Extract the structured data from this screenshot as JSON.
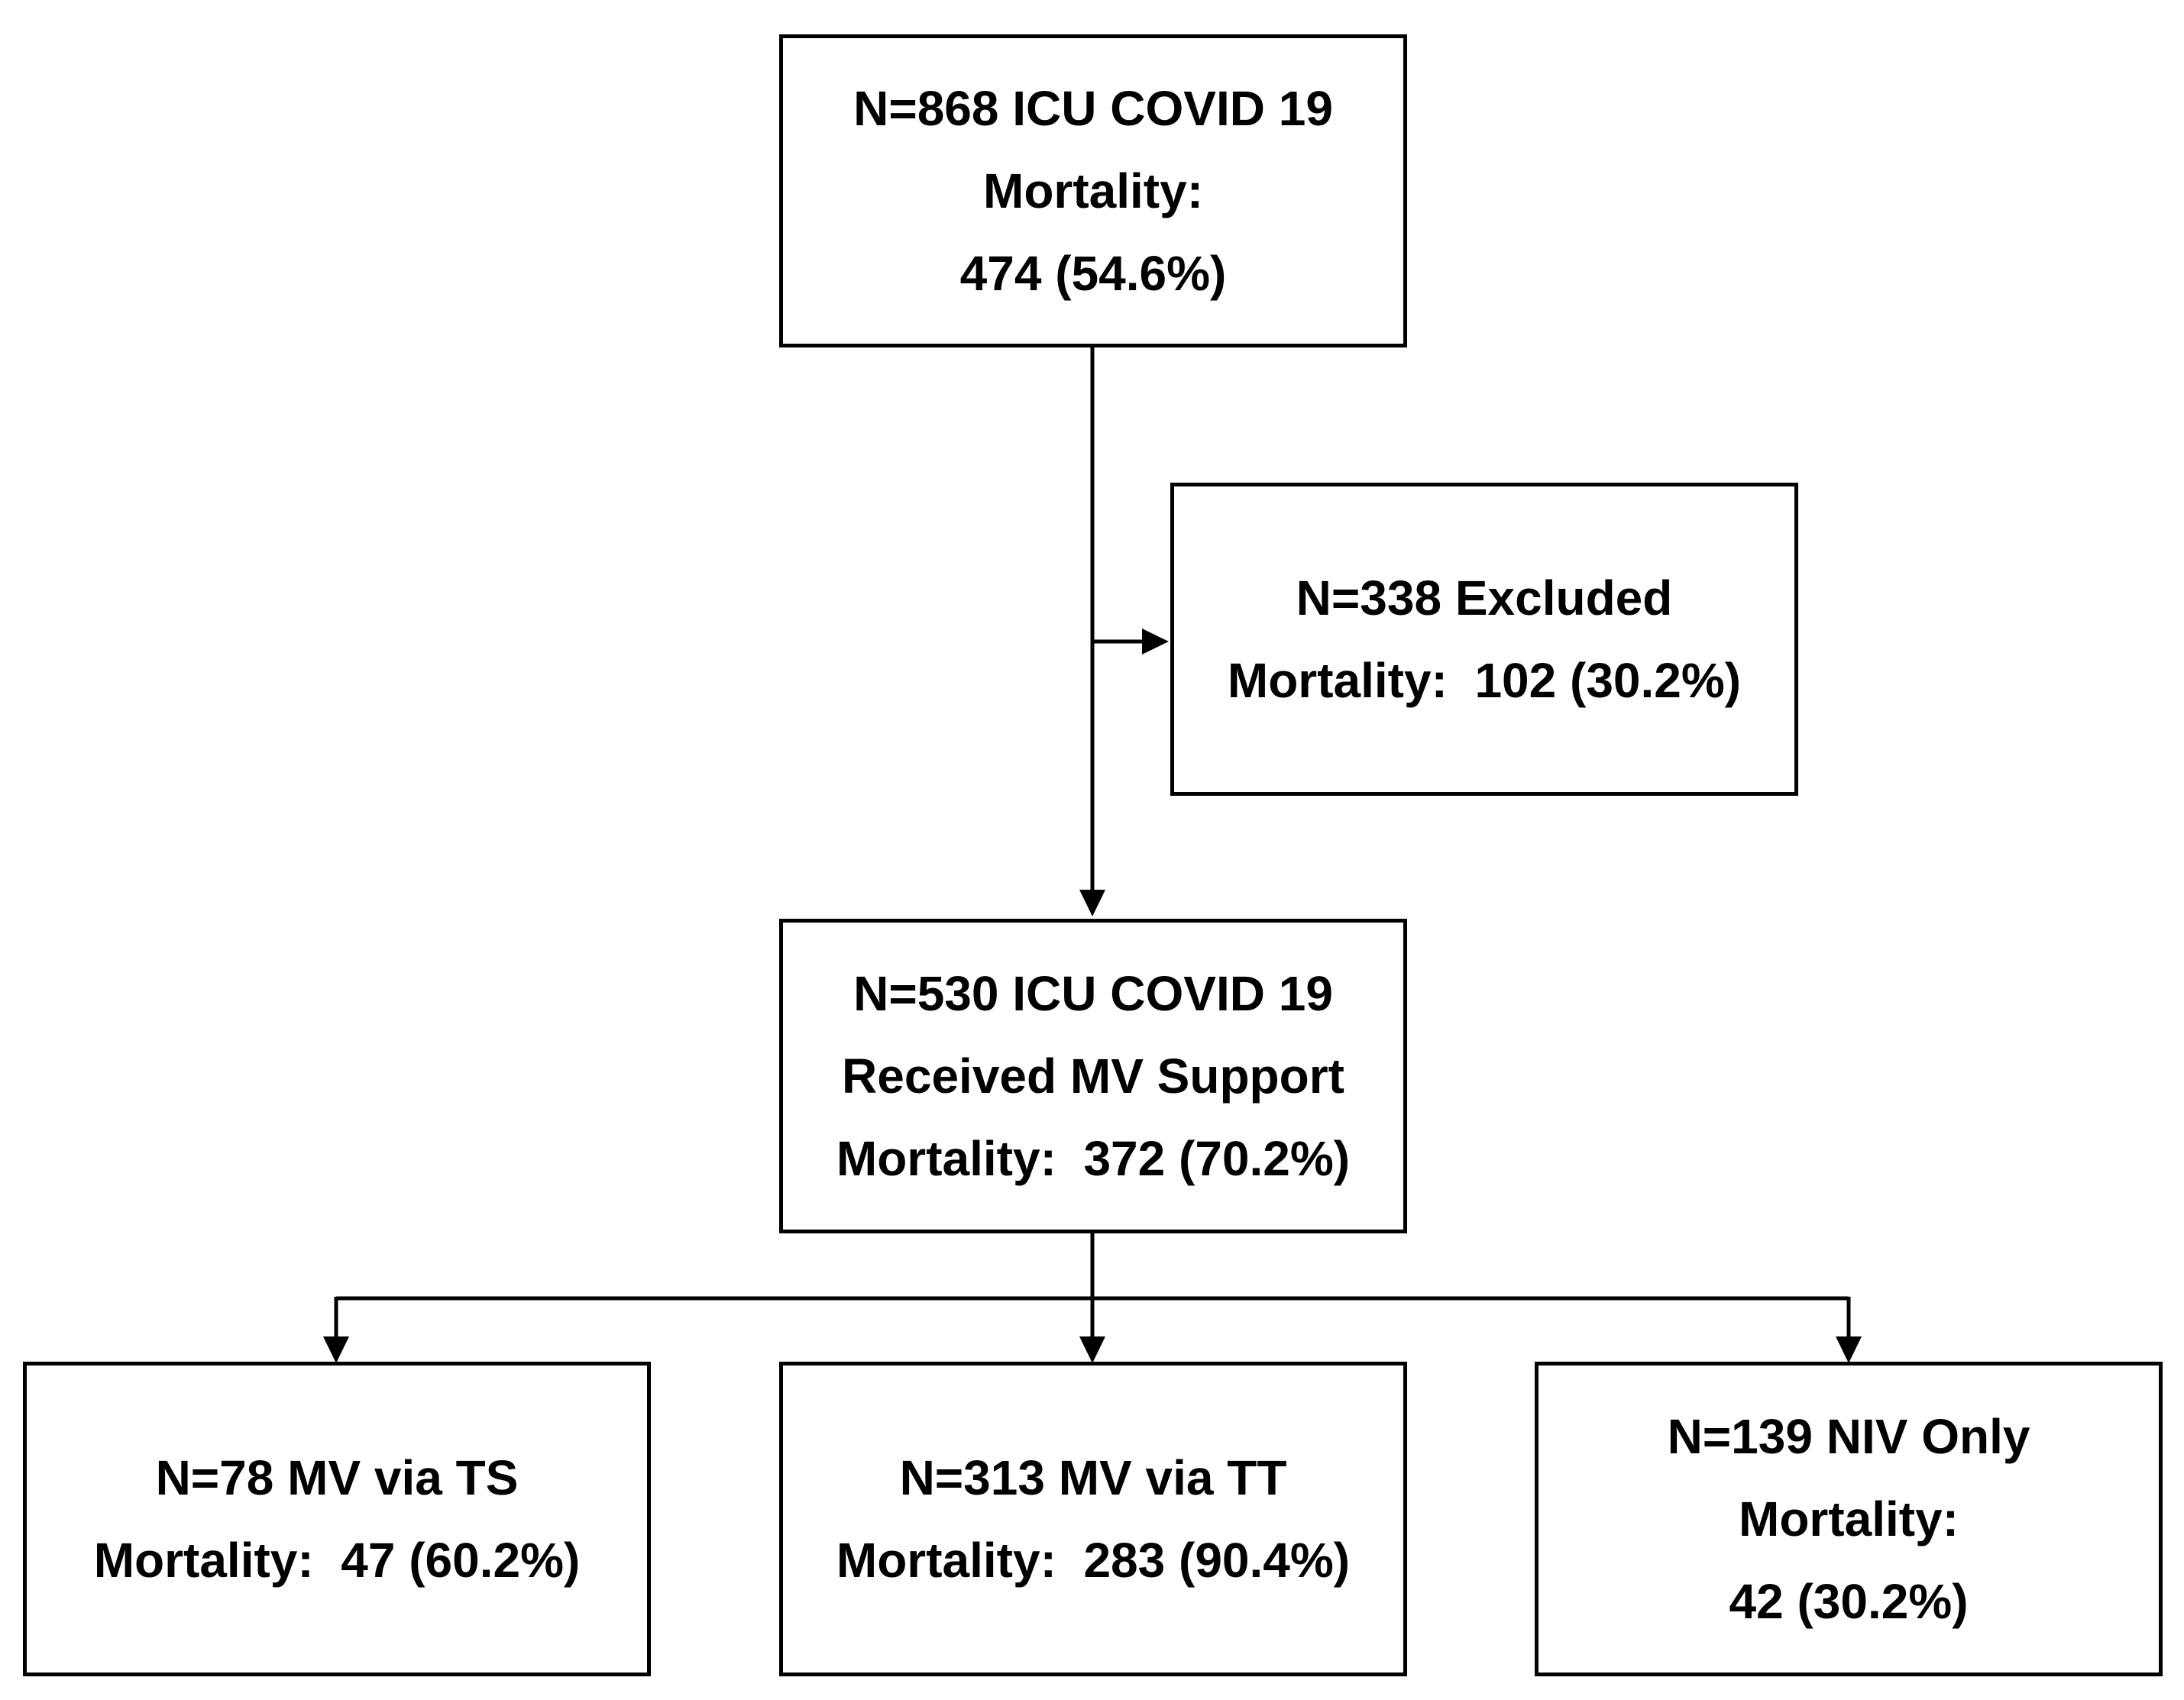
{
  "colors": {
    "line": "#000000",
    "box_border": "#000000",
    "background": "#ffffff"
  },
  "nodes": {
    "total": {
      "lines": [
        "N=868 ICU COVID 19",
        "Mortality:",
        "474 (54.6%)"
      ]
    },
    "excluded": {
      "lines": [
        "N=338 Excluded",
        "Mortality:  102 (30.2%)"
      ]
    },
    "mv_support": {
      "lines": [
        "N=530 ICU COVID 19",
        "Received MV Support",
        "Mortality:  372 (70.2%)"
      ]
    },
    "ts": {
      "lines": [
        "N=78 MV via TS",
        "Mortality:  47 (60.2%)"
      ]
    },
    "tt": {
      "lines": [
        "N=313 MV via TT",
        "Mortality:  283 (90.4%)"
      ]
    },
    "niv": {
      "lines": [
        "N=139 NIV Only",
        "Mortality:",
        "42 (30.2%)"
      ]
    }
  },
  "edges": [
    {
      "from": "total",
      "to": "excluded"
    },
    {
      "from": "total",
      "to": "mv_support"
    },
    {
      "from": "mv_support",
      "to": "ts"
    },
    {
      "from": "mv_support",
      "to": "tt"
    },
    {
      "from": "mv_support",
      "to": "niv"
    }
  ]
}
